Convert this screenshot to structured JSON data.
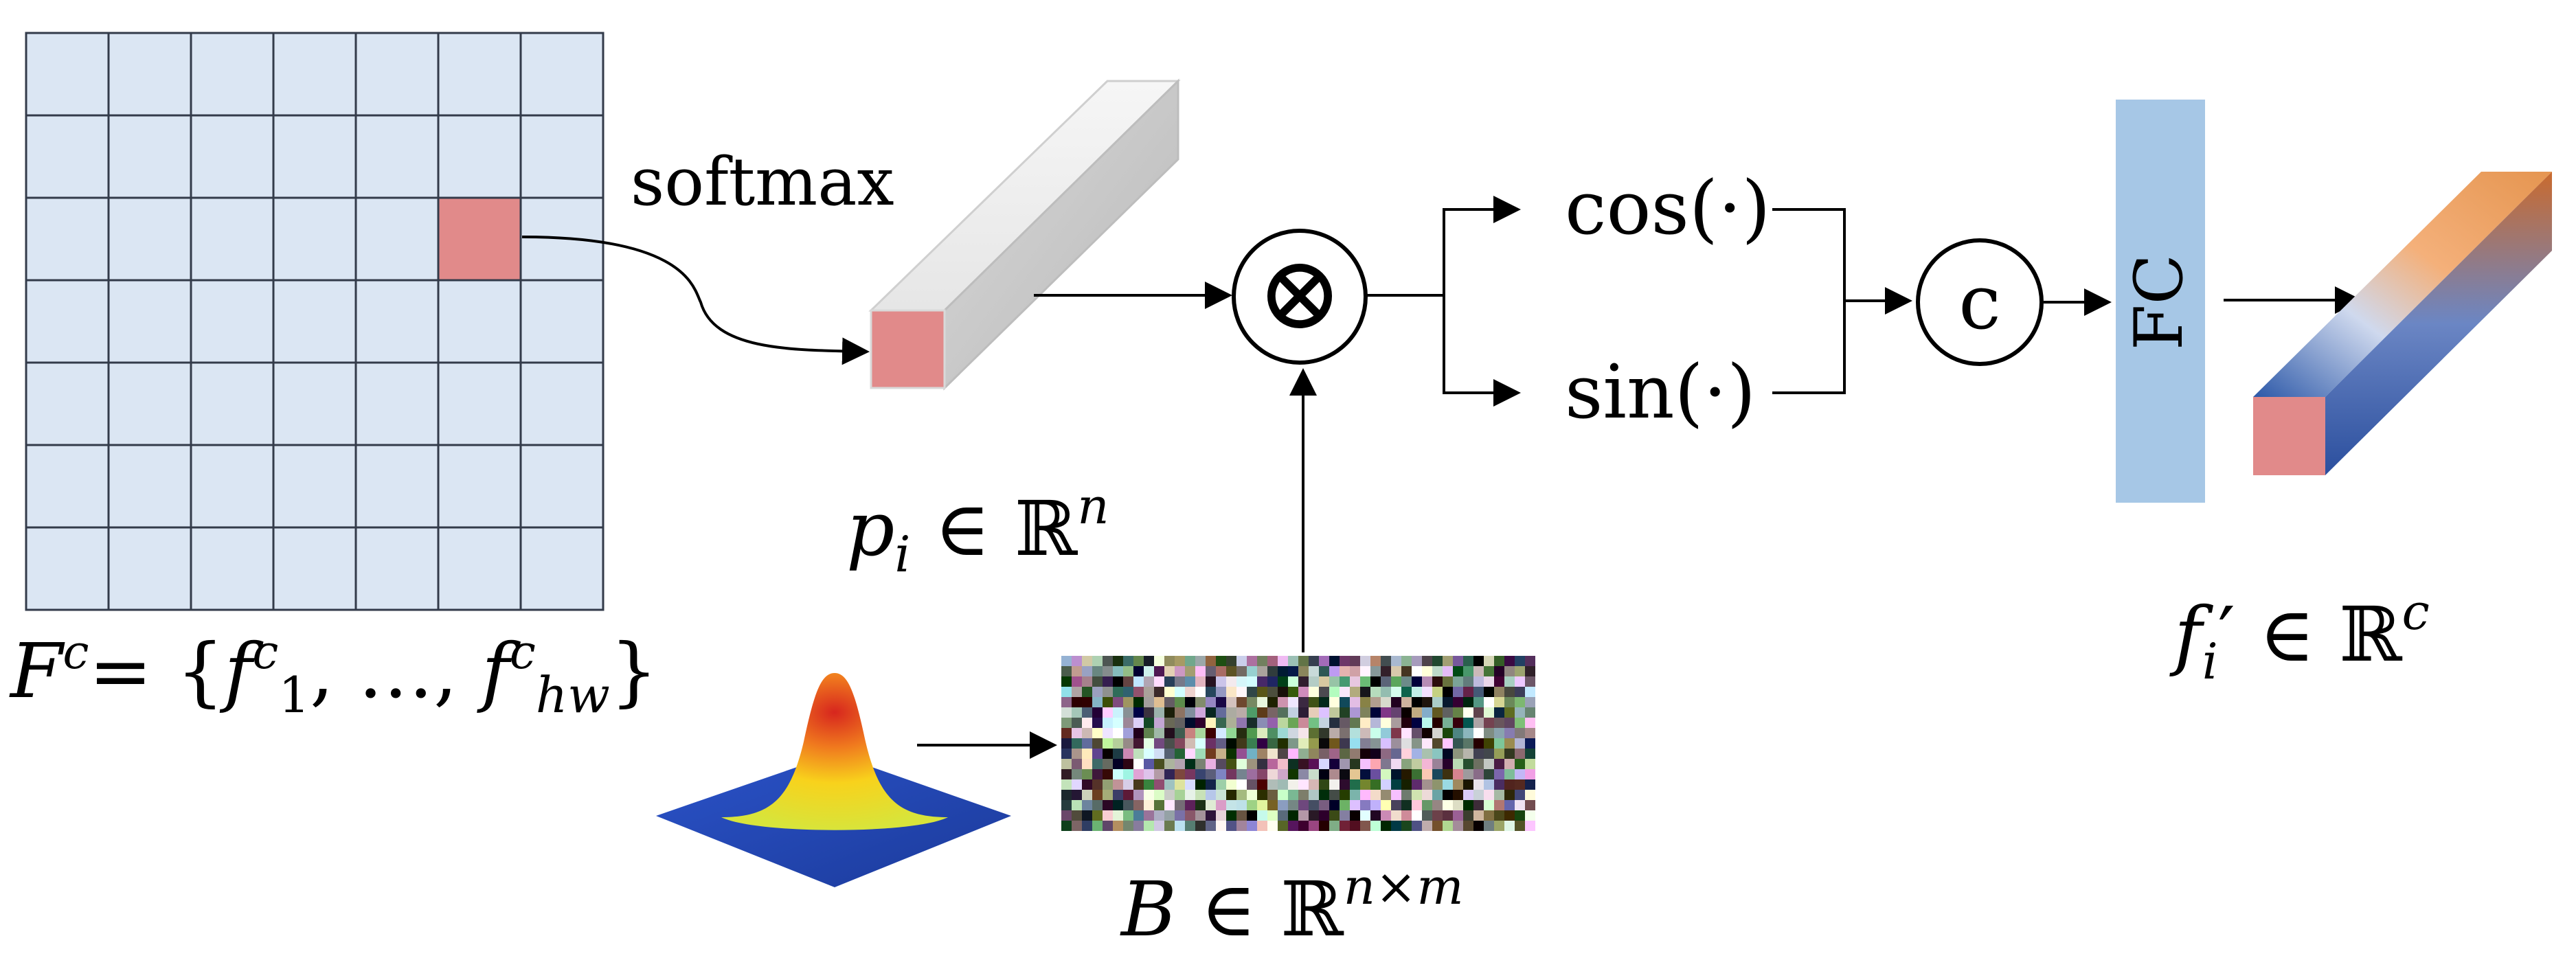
{
  "labels": {
    "softmax": "softmax",
    "cos": "cos(·)",
    "sin": "sin(·)",
    "concat": "c",
    "fc": "FC",
    "multiply": "⊗"
  },
  "equations": {
    "feature_map": {
      "F": "F",
      "c": "c",
      "eq": "= {",
      "f1": "f",
      "c1": "c",
      "sub1": "1",
      "mid": ", …, ",
      "f2": "f",
      "c2": "c",
      "sub2": "hw",
      "close": "}"
    },
    "pi": {
      "p": "p",
      "i": "i",
      "in": " ∈ ",
      "R": "ℝ",
      "n": "n"
    },
    "B": {
      "B": "B",
      "in": " ∈ ",
      "R": "ℝ",
      "nm": "n×m"
    },
    "fi": {
      "f": "f",
      "i": "i",
      "prime": "′",
      "in": " ∈ ",
      "R": "ℝ",
      "c": "c"
    }
  },
  "colors": {
    "grid_fill": "#dbe6f3",
    "grid_line": "#333b4a",
    "highlight_cell": "#e18a8a",
    "fc_block": "#a6c7e6",
    "arrow": "#000000"
  },
  "grid": {
    "rows": 7,
    "cols": 7,
    "highlight_row": 2,
    "highlight_col": 5
  }
}
